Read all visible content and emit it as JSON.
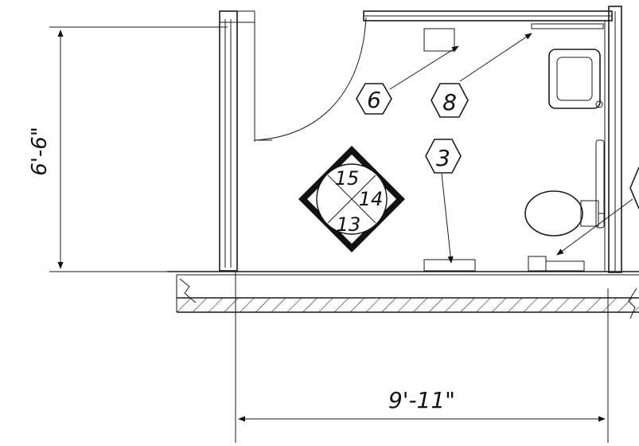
{
  "dimensions": {
    "vertical": "6'-6\"",
    "horizontal": "9'-11\""
  },
  "tags": {
    "tag_6": "6",
    "tag_8": "8",
    "tag_3": "3"
  },
  "finish_symbol": {
    "top": "15",
    "right": "14",
    "bottom": "13"
  }
}
